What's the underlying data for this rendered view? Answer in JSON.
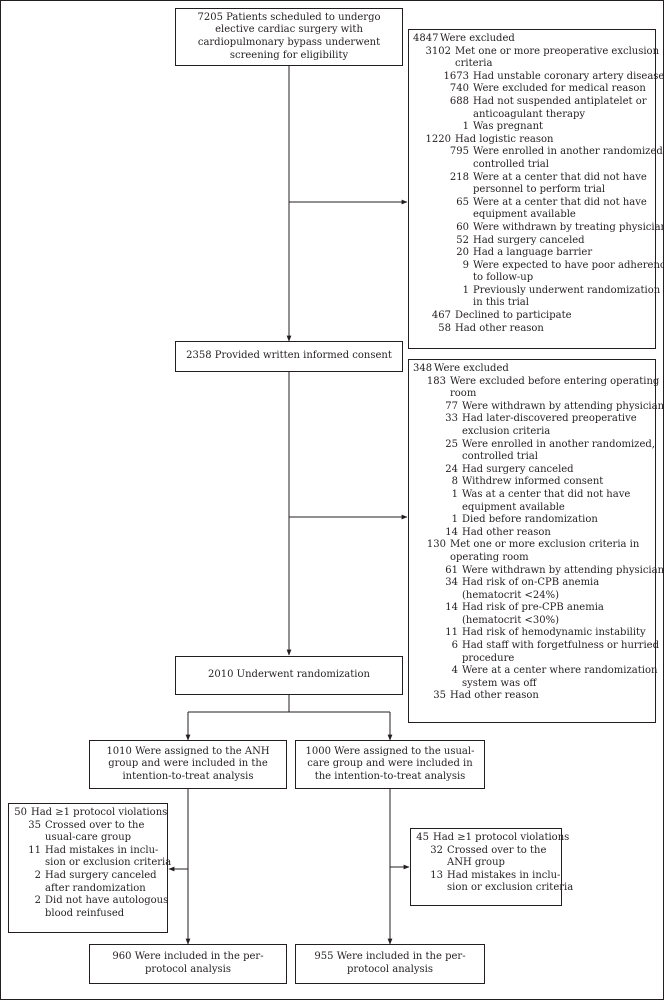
{
  "top": "7205 Patients scheduled to undergo elective cardiac surgery with cardiopulmonary bypass underwent screening for eligibility",
  "consent": "2358 Provided written informed consent",
  "randomization": "2010 Underwent randomization",
  "anh_assigned": "1010 Were assigned to the ANH group and were included in the intention-to-treat analysis",
  "usual_assigned": "1000 Were assigned to the usual-care group and were included in the intention-to-treat analysis",
  "anh_pp": "960 Were included in the per-protocol analysis",
  "usual_pp": "955 Were included in the per-protocol analysis",
  "excl1": [
    {
      "n": "4847",
      "t": "Were excluded",
      "l": 0
    },
    {
      "n": "3102",
      "t": "Met one or more preoperative exclusion",
      "l": 1
    },
    {
      "n": "",
      "t": "criteria",
      "l": 1
    },
    {
      "n": "1673",
      "t": "Had unstable coronary artery disease",
      "l": 2
    },
    {
      "n": "740",
      "t": "Were excluded for medical reason",
      "l": 2
    },
    {
      "n": "688",
      "t": "Had not suspended antiplatelet or",
      "l": 2
    },
    {
      "n": "",
      "t": "anticoagulant therapy",
      "l": 2
    },
    {
      "n": "1",
      "t": "Was pregnant",
      "l": 2
    },
    {
      "n": "1220",
      "t": "Had logistic reason",
      "l": 1
    },
    {
      "n": "795",
      "t": "Were enrolled in another randomized,",
      "l": 2
    },
    {
      "n": "",
      "t": "controlled trial",
      "l": 2
    },
    {
      "n": "218",
      "t": "Were at a center that did not have",
      "l": 2
    },
    {
      "n": "",
      "t": "personnel to perform trial",
      "l": 2
    },
    {
      "n": "65",
      "t": "Were at a center that did not have",
      "l": 2
    },
    {
      "n": "",
      "t": "equipment available",
      "l": 2
    },
    {
      "n": "60",
      "t": "Were withdrawn by treating physician",
      "l": 2
    },
    {
      "n": "52",
      "t": "Had surgery canceled",
      "l": 2
    },
    {
      "n": "20",
      "t": "Had a language barrier",
      "l": 2
    },
    {
      "n": "9",
      "t": "Were expected to have poor adherence",
      "l": 2
    },
    {
      "n": "",
      "t": "to follow-up",
      "l": 2
    },
    {
      "n": "1",
      "t": "Previously underwent randomization",
      "l": 2
    },
    {
      "n": "",
      "t": "in this trial",
      "l": 2
    },
    {
      "n": "467",
      "t": "Declined to participate",
      "l": 1
    },
    {
      "n": "58",
      "t": "Had other reason",
      "l": 1
    }
  ],
  "excl2": [
    {
      "n": "348",
      "t": "Were excluded",
      "l": 0
    },
    {
      "n": "183",
      "t": "Were excluded before entering operating",
      "l": 1
    },
    {
      "n": "",
      "t": "room",
      "l": 1
    },
    {
      "n": "77",
      "t": "Were withdrawn by attending physician",
      "l": 2
    },
    {
      "n": "33",
      "t": "Had later-discovered preoperative",
      "l": 2
    },
    {
      "n": "",
      "t": "exclusion criteria",
      "l": 2
    },
    {
      "n": "25",
      "t": "Were enrolled in another randomized,",
      "l": 2
    },
    {
      "n": "",
      "t": "controlled trial",
      "l": 2
    },
    {
      "n": "24",
      "t": "Had surgery canceled",
      "l": 2
    },
    {
      "n": "8",
      "t": "Withdrew informed consent",
      "l": 2
    },
    {
      "n": "1",
      "t": "Was at a center that did not have",
      "l": 2
    },
    {
      "n": "",
      "t": "equipment available",
      "l": 2
    },
    {
      "n": "1",
      "t": "Died before randomization",
      "l": 2
    },
    {
      "n": "14",
      "t": "Had other reason",
      "l": 2
    },
    {
      "n": "130",
      "t": "Met one or more exclusion criteria in",
      "l": 1
    },
    {
      "n": "",
      "t": "operating room",
      "l": 1
    },
    {
      "n": "61",
      "t": "Were withdrawn by attending physician",
      "l": 2
    },
    {
      "n": "34",
      "t": "Had risk of on-CPB anemia",
      "l": 2
    },
    {
      "n": "",
      "t": "(hematocrit <24%)",
      "l": 2
    },
    {
      "n": "14",
      "t": "Had risk of pre-CPB anemia",
      "l": 2
    },
    {
      "n": "",
      "t": "(hematocrit <30%)",
      "l": 2
    },
    {
      "n": "11",
      "t": "Had risk of hemodynamic instability",
      "l": 2
    },
    {
      "n": "6",
      "t": "Had staff with forgetfulness or hurried",
      "l": 2
    },
    {
      "n": "",
      "t": "procedure",
      "l": 2
    },
    {
      "n": "4",
      "t": "Were at a center where randomization",
      "l": 2
    },
    {
      "n": "",
      "t": "system was off",
      "l": 2
    },
    {
      "n": "35",
      "t": "Had other reason",
      "l": 1
    }
  ],
  "viol_anh": [
    {
      "n": "50",
      "t": "Had ≥1 protocol violations",
      "l": 0
    },
    {
      "n": "35",
      "t": "Crossed over to the",
      "l": 1
    },
    {
      "n": "",
      "t": "usual-care group",
      "l": 1
    },
    {
      "n": "11",
      "t": "Had mistakes in inclu-",
      "l": 1
    },
    {
      "n": "",
      "t": "sion or exclusion criteria",
      "l": 1
    },
    {
      "n": "2",
      "t": "Had surgery canceled",
      "l": 1
    },
    {
      "n": "",
      "t": "after randomization",
      "l": 1
    },
    {
      "n": "2",
      "t": "Did not have autologous",
      "l": 1
    },
    {
      "n": "",
      "t": "blood reinfused",
      "l": 1
    }
  ],
  "viol_usual": [
    {
      "n": "45",
      "t": "Had ≥1 protocol violations",
      "l": 0
    },
    {
      "n": "32",
      "t": "Crossed over to the",
      "l": 1
    },
    {
      "n": "",
      "t": "ANH group",
      "l": 1
    },
    {
      "n": "13",
      "t": "Had mistakes in inclu-",
      "l": 1
    },
    {
      "n": "",
      "t": "sion or exclusion criteria",
      "l": 1
    }
  ]
}
